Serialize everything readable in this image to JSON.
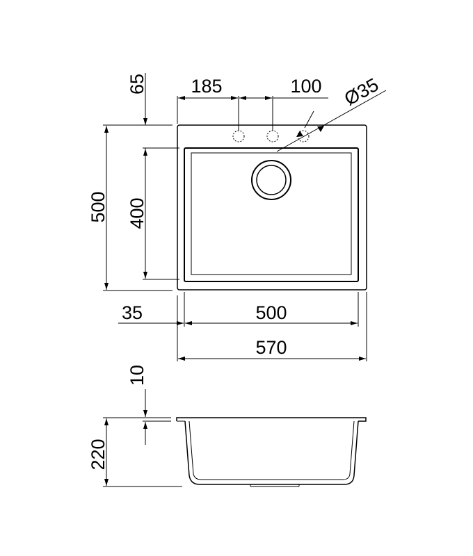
{
  "drawing": {
    "plan": {
      "dim_overall_depth": "500",
      "dim_bowl_depth": "400",
      "dim_top_margin": "65",
      "dim_hole_offset": "185",
      "dim_hole_spacing": "100",
      "dim_hole_diameter": "Ø35",
      "dim_side_margin": "35",
      "dim_bowl_width": "500",
      "dim_overall_width": "570"
    },
    "section": {
      "dim_rim_thickness": "10",
      "dim_bowl_height": "220"
    }
  }
}
